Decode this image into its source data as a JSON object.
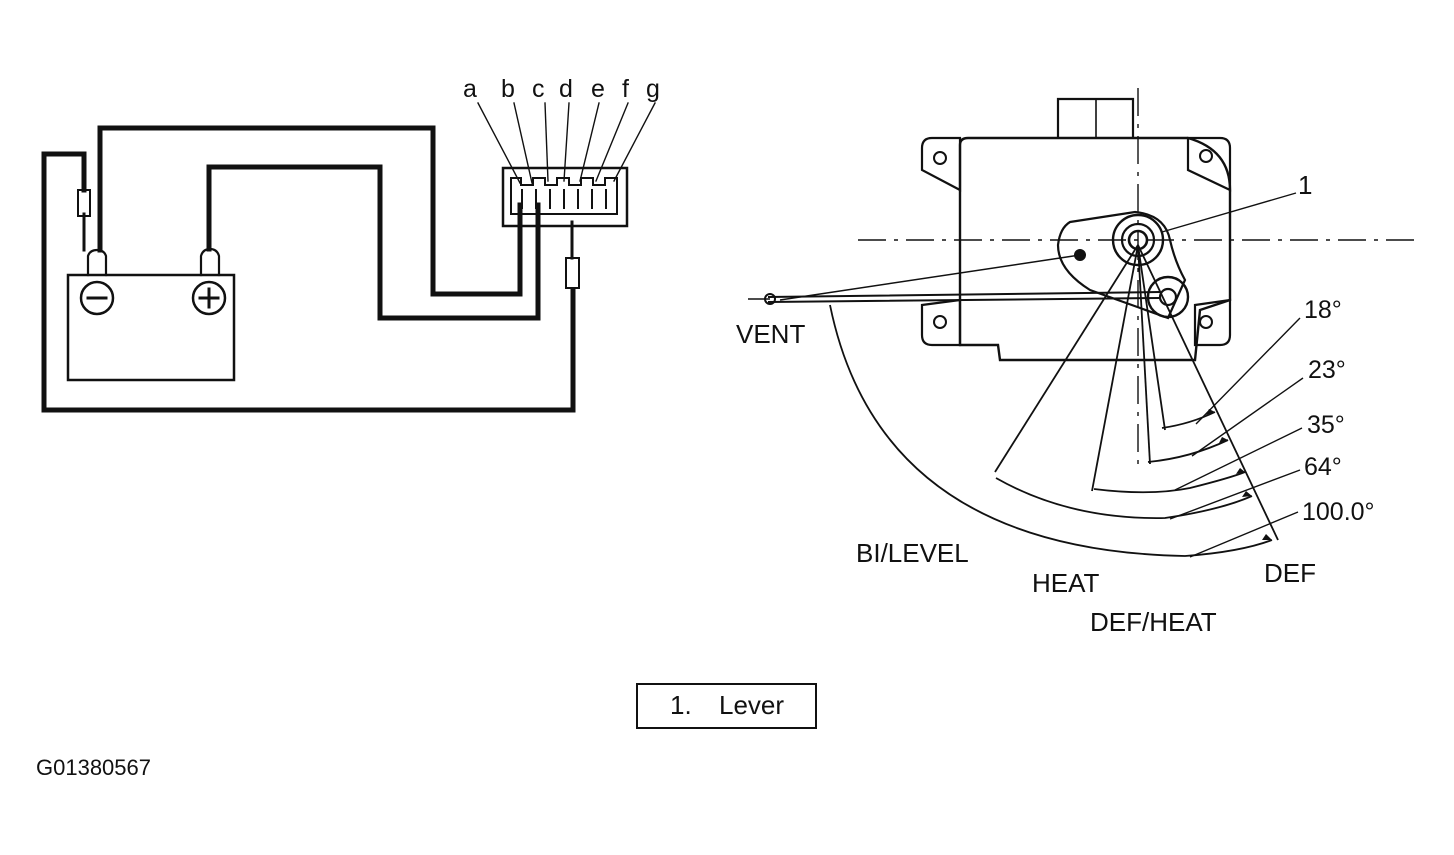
{
  "connector_pins": [
    "a",
    "b",
    "c",
    "d",
    "e",
    "f",
    "g"
  ],
  "battery": {
    "negative_symbol": "−",
    "positive_symbol": "+"
  },
  "lever_label": "1",
  "angles": [
    "18°",
    "23°",
    "35°",
    "64°",
    "100.0°"
  ],
  "modes": {
    "vent": "VENT",
    "bi_level": "BI/LEVEL",
    "heat": "HEAT",
    "def_heat": "DEF/HEAT",
    "def": "DEF"
  },
  "legend": {
    "number": "1.",
    "text": "Lever"
  },
  "figure_code": "G01380567",
  "colors": {
    "ink": "#111111",
    "paper": "#ffffff"
  }
}
